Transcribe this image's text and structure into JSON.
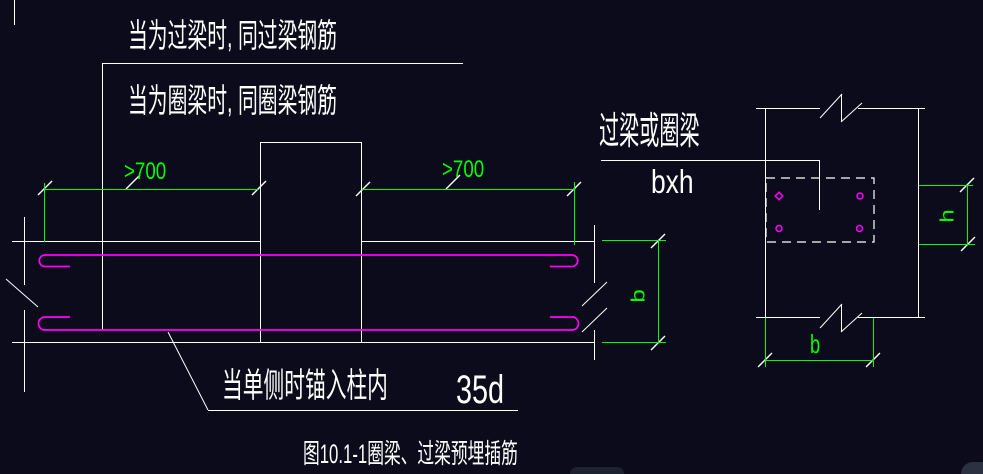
{
  "caption": "图10.1-1圈梁、过梁预埋插筋",
  "notes": {
    "lintel_note": "当为过梁时, 同过梁钢筋",
    "ring_beam_note": "当为圈梁时, 同圈梁钢筋",
    "beam_label": "过梁或圈梁",
    "beam_section_size": "bxh",
    "anchor_note": "当单侧时锚入柱内",
    "anchor_length": "35d"
  },
  "dimensions": {
    "left_embed_length": ">700",
    "right_embed_length": ">700",
    "beam_width_label": "b",
    "section_height_label": "h",
    "section_width_label": "b"
  },
  "colors": {
    "background": "#0b0b1b",
    "outline": "#ffffff",
    "dimension": "#00ff00",
    "rebar": "#ff00ff"
  }
}
